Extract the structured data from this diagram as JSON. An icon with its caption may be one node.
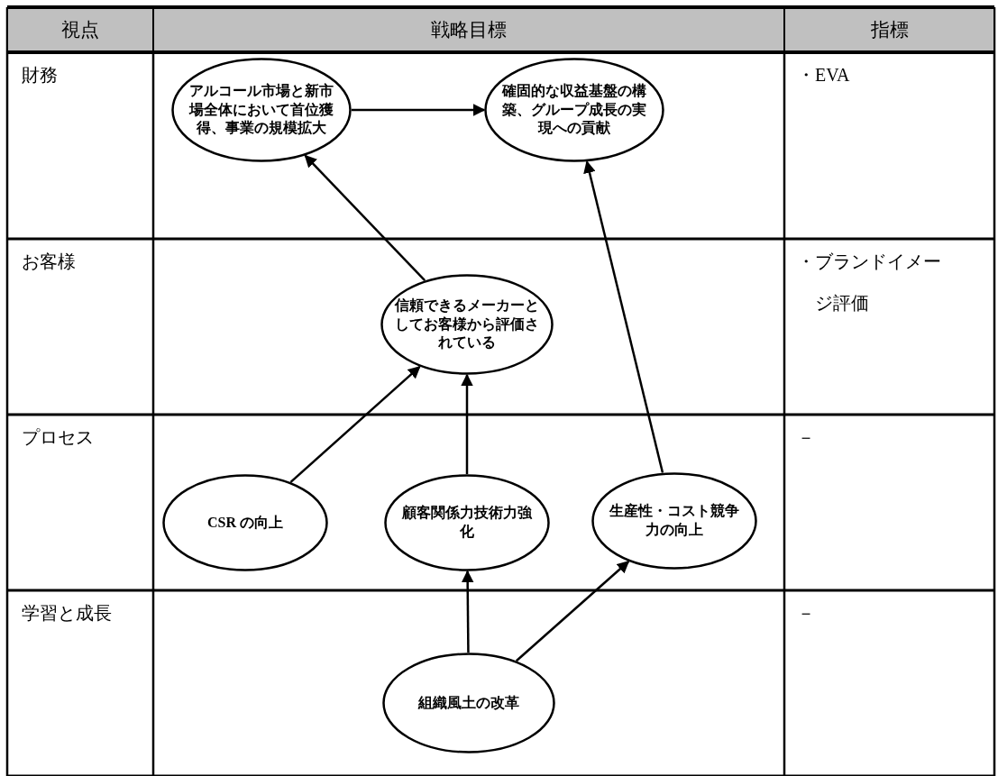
{
  "diagram": {
    "nodes": [
      {
        "text": [
          "アルコール市場と新市場全体において首位獲得、事業の規模拡大"
        ]
      },
      {
        "text": [
          "確固的な収益基盤の構築、グループ成長の実現への貢献"
        ]
      },
      {
        "text": [
          "信頼できるメーカーとしてお客様から評価されている"
        ]
      },
      {
        "text": [
          "CSR の向上"
        ]
      },
      {
        "text": [
          "顧客関係力技術力強化"
        ]
      },
      {
        "text": [
          "生産性・コスト競争力の向上"
        ]
      },
      {
        "text": [
          "組織風土の改革"
        ]
      }
    ],
    "edges": [
      {
        "from": 0,
        "to": 1,
        "arrow": "to"
      },
      {
        "from": 2,
        "to": 0,
        "arrow": "to"
      },
      {
        "from": 5,
        "to": 1,
        "arrow": "to"
      },
      {
        "from": 3,
        "to": 2,
        "arrow": "to"
      },
      {
        "from": 4,
        "to": 2,
        "arrow": "to"
      },
      {
        "from": 6,
        "to": 4,
        "arrow": "to"
      },
      {
        "from": 6,
        "to": 5,
        "arrow": "to"
      }
    ],
    "labels": [
      "視点",
      "戦略目標",
      "指標",
      "財務",
      "・EVA",
      "お客様",
      "・ブランドイメージ評価",
      "プロセス",
      "－",
      "学習と成長",
      "－"
    ]
  }
}
